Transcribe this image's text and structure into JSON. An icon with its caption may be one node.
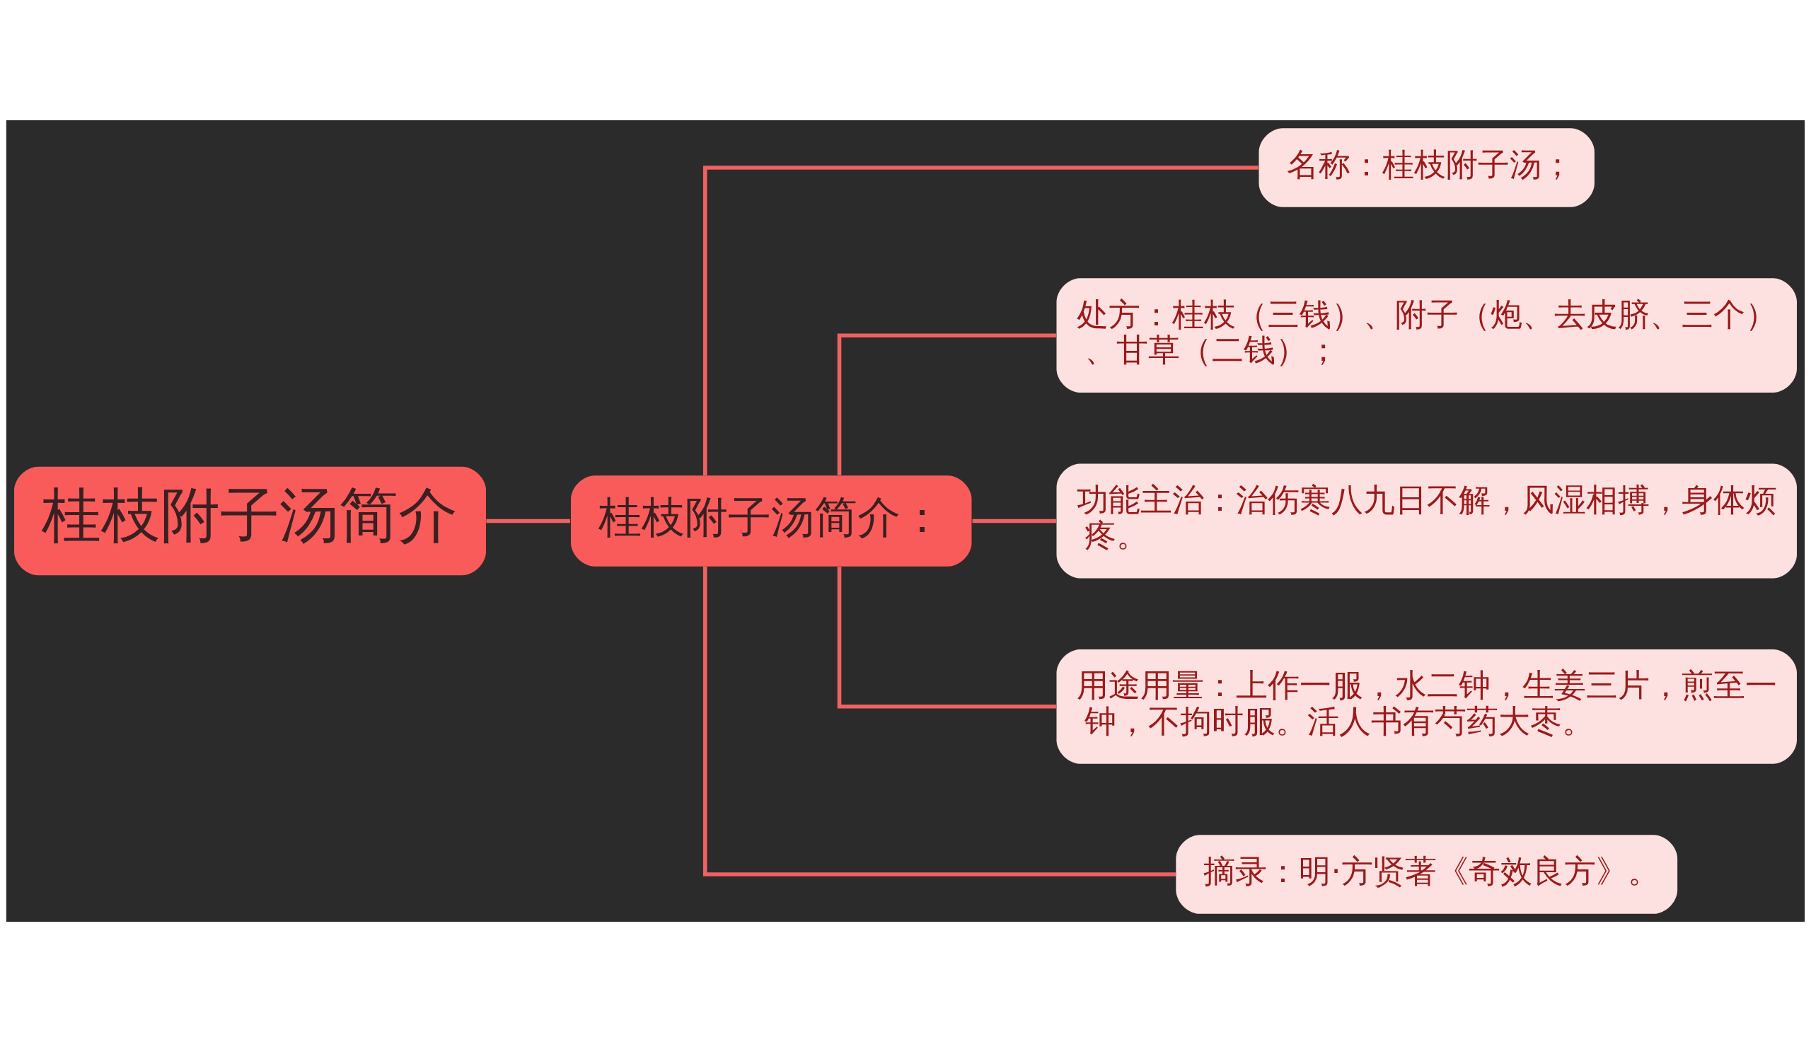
{
  "diagram": {
    "nodes": [
      {
        "text": [
          "桂枝附子汤简介"
        ]
      },
      {
        "text": [
          "桂枝附子汤简介："
        ]
      },
      {
        "text": [
          "名称：桂枝附子汤；"
        ]
      },
      {
        "text": [
          "处方：桂枝（三钱）、附子（炮、去皮脐、三个）、甘草（二钱）；"
        ]
      },
      {
        "text": [
          "功能主治：治伤寒八九日不解，风湿相搏，身体烦疼。"
        ]
      },
      {
        "text": [
          "用途用量：上作一服，水二钟，生姜三片，煎至一钟，不拘时服。活人书有芍药大枣。"
        ]
      },
      {
        "text": [
          "摘录：明·方贤著《奇效良方》。"
        ]
      }
    ],
    "edges": [
      {
        "from": 0,
        "to": 1,
        "arrow": "none"
      },
      {
        "from": 1,
        "to": 2,
        "arrow": "none"
      },
      {
        "from": 1,
        "to": 3,
        "arrow": "none"
      },
      {
        "from": 1,
        "to": 4,
        "arrow": "none"
      },
      {
        "from": 1,
        "to": 5,
        "arrow": "none"
      },
      {
        "from": 1,
        "to": 6,
        "arrow": "none"
      }
    ]
  }
}
